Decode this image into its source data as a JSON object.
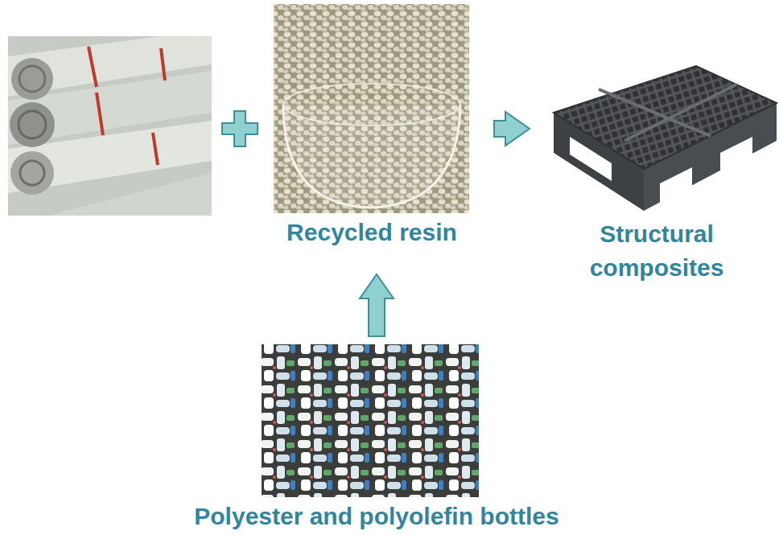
{
  "diagram": {
    "nodes": [
      {
        "text": [
          "Recycled resin"
        ]
      },
      {
        "text": [
          "Structural composites"
        ]
      },
      {
        "text": [
          "Polyester and polyolefin bottles"
        ]
      }
    ],
    "edges": [
      {
        "from": 0,
        "to": 1,
        "arrow": "to"
      },
      {
        "from": 2,
        "to": 0,
        "arrow": "to"
      }
    ]
  }
}
